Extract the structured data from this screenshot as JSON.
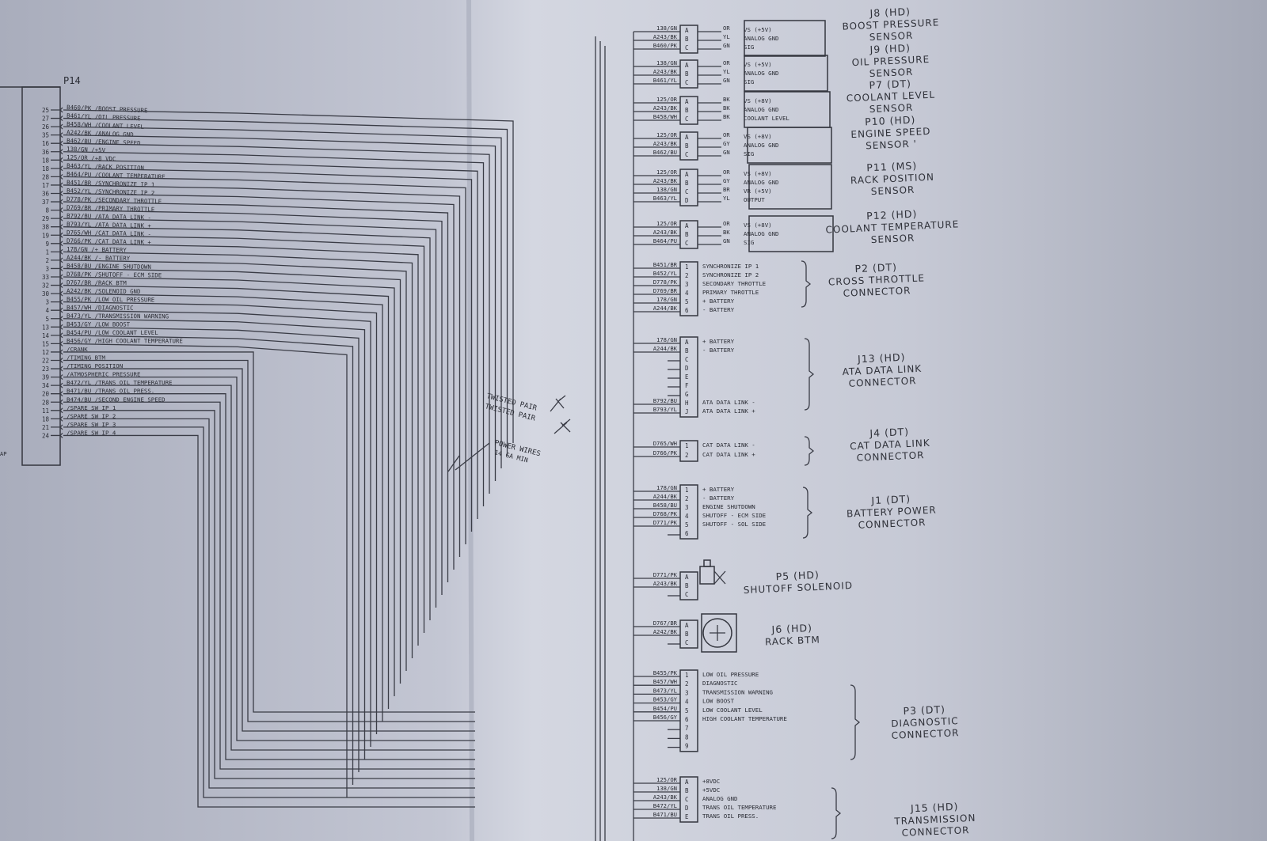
{
  "ecm_connector": "P14",
  "pins": [
    {
      "pin": "25",
      "label": "B460/PK /BOOST PRESSURE"
    },
    {
      "pin": "27",
      "label": "B461/YL /OIL PRESSURE"
    },
    {
      "pin": "26",
      "label": "B458/WH /COOLANT LEVEL"
    },
    {
      "pin": "35",
      "label": "A242/BK /ANALOG GND"
    },
    {
      "pin": "16",
      "label": "B462/BU /ENGINE SPEED"
    },
    {
      "pin": "36",
      "label": "138/GN /+5V"
    },
    {
      "pin": "18",
      "label": "125/OR /+8 VDC"
    },
    {
      "pin": "18",
      "label": "B463/YL /RACK POSITION"
    },
    {
      "pin": "28",
      "label": "B464/PU /COOLANT TEMPERATURE"
    },
    {
      "pin": "17",
      "label": "B451/BR /SYNCHRONIZE IP 1"
    },
    {
      "pin": "36",
      "label": "B452/YL /SYNCHRONIZE IP 2"
    },
    {
      "pin": "37",
      "label": "D778/PK /SECONDARY THROTTLE"
    },
    {
      "pin": "8",
      "label": "D769/BR /PRIMARY THROTTLE"
    },
    {
      "pin": "29",
      "label": "B792/BU /ATA DATA LINK -"
    },
    {
      "pin": "38",
      "label": "B793/YL /ATA DATA LINK +"
    },
    {
      "pin": "19",
      "label": "D765/WH /CAT DATA LINK -"
    },
    {
      "pin": "9",
      "label": "D766/PK /CAT DATA LINK +"
    },
    {
      "pin": "1",
      "label": "178/GN /+ BATTERY"
    },
    {
      "pin": "2",
      "label": "A244/BK /- BATTERY"
    },
    {
      "pin": "3",
      "label": "B458/BU /ENGINE SHUTDOWN"
    },
    {
      "pin": "33",
      "label": "D768/PK /SHUTOFF - ECM SIDE"
    },
    {
      "pin": "32",
      "label": "D767/BR /RACK BTM"
    },
    {
      "pin": "30",
      "label": "A242/BK /SOLENOID GND"
    },
    {
      "pin": "3",
      "label": "B455/PK /LOW OIL PRESSURE"
    },
    {
      "pin": "4",
      "label": "B457/WH /DIAGNOSTIC"
    },
    {
      "pin": "5",
      "label": "B473/YL /TRANSMISSION WARNING"
    },
    {
      "pin": "13",
      "label": "B453/GY /LOW BOOST"
    },
    {
      "pin": "14",
      "label": "B454/PU /LOW COOLANT LEVEL"
    },
    {
      "pin": "15",
      "label": "B456/GY /HIGH COOLANT TEMPERATURE"
    },
    {
      "pin": "12",
      "label": "/CRANK"
    },
    {
      "pin": "22",
      "label": "/TIMING BTM"
    },
    {
      "pin": "23",
      "label": "/TIMING POSITION"
    },
    {
      "pin": "39",
      "label": "/ATMOSPHERIC PRESSURE"
    },
    {
      "pin": "34",
      "label": "B472/YL /TRANS OIL TEMPERATURE"
    },
    {
      "pin": "20",
      "label": "B471/BU /TRANS OIL PRESS."
    },
    {
      "pin": "28",
      "label": "B474/BU /SECOND ENGINE SPEED"
    },
    {
      "pin": "11",
      "label": "/SPARE SW IP 1"
    },
    {
      "pin": "18",
      "label": "/SPARE SW IP 2"
    },
    {
      "pin": "21",
      "label": "/SPARE SW IP 3"
    },
    {
      "pin": "24",
      "label": "/SPARE SW IP 4"
    }
  ],
  "left_edge_text": "AP",
  "notes": {
    "twisted_pair_1": "TWISTED PAIR",
    "twisted_pair_2": "TWISTED PAIR",
    "power_wires_1": "POWER WIRES",
    "power_wires_2": "14 GA MIN"
  },
  "connectors": [
    {
      "id": "j8",
      "title": [
        "J8 (HD)",
        "BOOST PRESSURE",
        "SENSOR"
      ],
      "pins": [
        "A",
        "B",
        "C"
      ],
      "wires": [
        "138/GN",
        "A243/BK",
        "B460/PK"
      ],
      "colors": [
        "OR",
        "YL",
        "GN"
      ],
      "funcs": [
        "VS (+5V)",
        "ANALOG GND",
        "SIG"
      ]
    },
    {
      "id": "j9",
      "title": [
        "J9 (HD)",
        "OIL PRESSURE",
        "SENSOR"
      ],
      "pins": [
        "A",
        "B",
        "C"
      ],
      "wires": [
        "138/GN",
        "A243/BK",
        "B461/YL"
      ],
      "colors": [
        "OR",
        "YL",
        "GN"
      ],
      "funcs": [
        "VS (+5V)",
        "ANALOG GND",
        "SIG"
      ]
    },
    {
      "id": "p7",
      "title": [
        "P7 (DT)",
        "COOLANT LEVEL",
        "SENSOR"
      ],
      "pins": [
        "A",
        "B",
        "C"
      ],
      "wires": [
        "125/OR",
        "A243/BK",
        "B458/WH"
      ],
      "colors": [
        "BK",
        "BK",
        "BK"
      ],
      "funcs": [
        "VS (+8V)",
        "ANALOG GND",
        "COOLANT LEVEL"
      ]
    },
    {
      "id": "p10",
      "title": [
        "P10 (HD)",
        "ENGINE SPEED",
        "SENSOR '"
      ],
      "pins": [
        "A",
        "B",
        "C"
      ],
      "wires": [
        "125/OR",
        "A243/BK",
        "B462/BU"
      ],
      "colors": [
        "OR",
        "GY",
        "GN"
      ],
      "funcs": [
        "VS (+8V)",
        "ANALOG GND",
        "SIG"
      ]
    },
    {
      "id": "p11",
      "title": [
        "P11 (MS)",
        "RACK POSITION",
        "SENSOR"
      ],
      "pins": [
        "A",
        "B",
        "C",
        "D"
      ],
      "wires": [
        "125/OR",
        "A243/BK",
        "138/GN",
        "B463/YL"
      ],
      "colors": [
        "OR",
        "GY",
        "BR",
        "YL"
      ],
      "funcs": [
        "VS (+8V)",
        "ANALOG GND",
        "VR (+5V)",
        "OUTPUT"
      ]
    },
    {
      "id": "p12",
      "title": [
        "P12 (HD)",
        "COOLANT TEMPERATURE",
        "SENSOR"
      ],
      "pins": [
        "A",
        "B",
        "C"
      ],
      "wires": [
        "125/OR",
        "A243/BK",
        "B464/PU"
      ],
      "colors": [
        "OR",
        "BK",
        "GN"
      ],
      "funcs": [
        "VS (+8V)",
        "ANALOG GND",
        "SIG"
      ]
    },
    {
      "id": "p2",
      "title": [
        "P2 (DT)",
        "CROSS THROTTLE",
        "CONNECTOR"
      ],
      "pins": [
        "1",
        "2",
        "3",
        "4",
        "5",
        "6"
      ],
      "wires": [
        "B451/BR",
        "B452/YL",
        "D778/PK",
        "D769/BR",
        "178/GN",
        "A244/BK"
      ],
      "funcs": [
        "SYNCHRONIZE IP 1",
        "SYNCHRONIZE IP 2",
        "SECONDARY THROTTLE",
        "PRIMARY THROTTLE",
        "+ BATTERY",
        "- BATTERY"
      ]
    },
    {
      "id": "j13",
      "title": [
        "J13 (HD)",
        "ATA DATA LINK",
        "CONNECTOR"
      ],
      "pins": [
        "A",
        "B",
        "C",
        "D",
        "E",
        "F",
        "G",
        "H",
        "J"
      ],
      "wires": [
        "178/GN",
        "A244/BK",
        "",
        "",
        "",
        "",
        "",
        "B792/BU",
        "B793/YL"
      ],
      "funcs": [
        "+ BATTERY",
        "- BATTERY",
        "",
        "",
        "",
        "",
        "",
        "ATA DATA LINK -",
        "ATA DATA LINK +"
      ]
    },
    {
      "id": "j4",
      "title": [
        "J4 (DT)",
        "CAT DATA LINK",
        "CONNECTOR"
      ],
      "pins": [
        "1",
        "2"
      ],
      "wires": [
        "D765/WH",
        "D766/PK"
      ],
      "funcs": [
        "CAT DATA LINK -",
        "CAT DATA LINK +"
      ]
    },
    {
      "id": "j1",
      "title": [
        "J1 (DT)",
        "BATTERY POWER",
        "CONNECTOR"
      ],
      "pins": [
        "1",
        "2",
        "3",
        "4",
        "5",
        "6"
      ],
      "wires": [
        "178/GN",
        "A244/BK",
        "B458/BU",
        "D768/PK",
        "D771/PK",
        ""
      ],
      "funcs": [
        "+ BATTERY",
        "- BATTERY",
        "ENGINE SHUTDOWN",
        "SHUTOFF - ECM SIDE",
        "SHUTOFF - SOL SIDE",
        ""
      ]
    },
    {
      "id": "p5",
      "title": [
        "P5 (HD)",
        "SHUTOFF SOLENOID"
      ],
      "pins": [
        "A",
        "B",
        "C"
      ],
      "wires": [
        "D771/PK",
        "A243/BK",
        ""
      ]
    },
    {
      "id": "j6",
      "title": [
        "J6 (HD)",
        "RACK BTM"
      ],
      "pins": [
        "A",
        "B",
        "C"
      ],
      "wires": [
        "D767/BR",
        "A242/BK",
        ""
      ]
    },
    {
      "id": "p3",
      "title": [
        "P3 (DT)",
        "DIAGNOSTIC",
        "CONNECTOR"
      ],
      "pins": [
        "1",
        "2",
        "3",
        "4",
        "5",
        "6",
        "7",
        "8",
        "9"
      ],
      "wires": [
        "B455/PK",
        "B457/WH",
        "B473/YL",
        "B453/GY",
        "B454/PU",
        "B456/GY",
        "",
        "",
        ""
      ],
      "funcs": [
        "LOW OIL PRESSURE",
        "DIAGNOSTIC",
        "TRANSMISSION WARNING",
        "LOW BOOST",
        "LOW COOLANT LEVEL",
        "HIGH COOLANT TEMPERATURE",
        "",
        "",
        ""
      ]
    },
    {
      "id": "j15",
      "title": [
        "J15 (HD)",
        "TRANSMISSION",
        "CONNECTOR"
      ],
      "pins": [
        "A",
        "B",
        "C",
        "D",
        "E"
      ],
      "wires": [
        "125/OR",
        "138/GN",
        "A243/BK",
        "B472/YL",
        "B471/BU"
      ],
      "funcs": [
        "+8VDC",
        "+5VDC",
        "ANALOG GND",
        "TRANS OIL TEMPERATURE",
        "TRANS OIL PRESS."
      ]
    }
  ]
}
